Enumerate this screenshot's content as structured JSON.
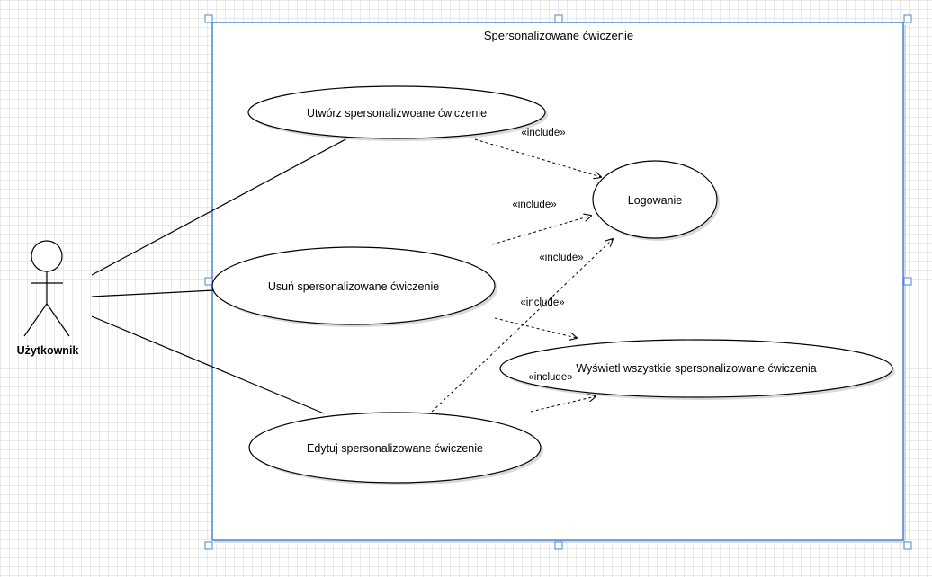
{
  "system": {
    "title": "Spersonalizowane ćwiczenie"
  },
  "actor": {
    "name": "Użytkownik"
  },
  "use_cases": {
    "create": "Utwórz spersonalizwoane ćwiczenie",
    "delete": "Usuń spersonalizowane ćwiczenie",
    "edit": "Edytuj spersonalizowane ćwiczenie",
    "login": "Logowanie",
    "show_all": "Wyświetl wszystkie spersonalizowane ćwiczenia"
  },
  "relations": {
    "include_1": "«include»",
    "include_2": "«include»",
    "include_3": "«include»",
    "include_4": "«include»",
    "include_5": "«include»"
  },
  "colors": {
    "selection": "#4a86d6",
    "grid": "#e8e8e8",
    "shadow": "#d9d9d9"
  }
}
